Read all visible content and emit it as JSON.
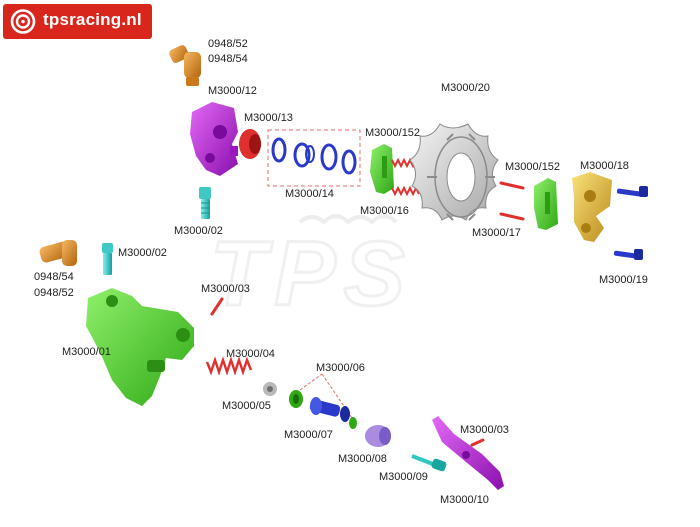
{
  "brand": {
    "logo_text": "tpsracing.nl",
    "watermark": "TPS"
  },
  "colors": {
    "logo_bg": "#d9261c",
    "purple": "#b01fd1",
    "green": "#4fd62b",
    "orange": "#e08a1e",
    "gold": "#e9c23a",
    "blue": "#2a39c9",
    "red": "#e0302e",
    "teal": "#2ec7c2"
  },
  "labels": {
    "p094852_top": "0948/52",
    "p094854_top": "0948/54",
    "m300012": "M3000/12",
    "m300013": "M3000/13",
    "m300014": "M3000/14",
    "m3000152_a": "M3000/152",
    "m300016": "M3000/16",
    "m300020": "M3000/20",
    "m3000152_b": "M3000/152",
    "m300018": "M3000/18",
    "m300017": "M3000/17",
    "m300019": "M3000/19",
    "m300002_a": "M3000/02",
    "m300002_b": "M3000/02",
    "p094854_bot": "0948/54",
    "p094852_bot": "0948/52",
    "m300003_a": "M3000/03",
    "m300001": "M3000/01",
    "m300004": "M3000/04",
    "m300006": "M3000/06",
    "m300005": "M3000/05",
    "m300007": "M3000/07",
    "m300008": "M3000/08",
    "m300003_b": "M3000/03",
    "m300009": "M3000/09",
    "m300010": "M3000/10"
  }
}
